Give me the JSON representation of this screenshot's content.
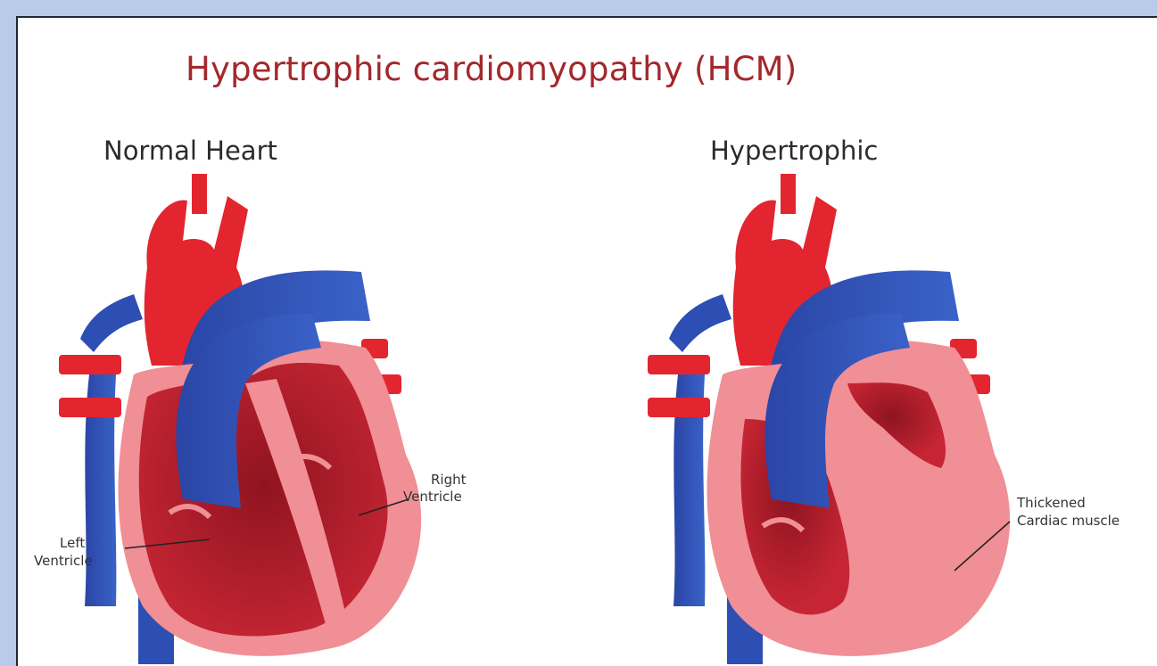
{
  "title": "Hypertrophic cardiomyopathy (HCM)",
  "panels": {
    "normal": {
      "heading": "Normal Heart",
      "labels": {
        "right_ventricle_line1": "Right",
        "right_ventricle_line2": "Ventricle",
        "left_ventricle_line1": "Left",
        "left_ventricle_line2": "Ventricle"
      }
    },
    "hypertrophic": {
      "heading": "Hypertrophic",
      "labels": {
        "muscle_line1": "Thickened",
        "muscle_line2": "Cardiac muscle"
      }
    }
  },
  "colors": {
    "background_frame": "#b8cbe8",
    "title": "#a3282c",
    "artery_red": "#e3252f",
    "vein_blue": "#2d4fb3",
    "muscle_pink": "#f08f95",
    "chamber_dark": "#b51e2a"
  }
}
